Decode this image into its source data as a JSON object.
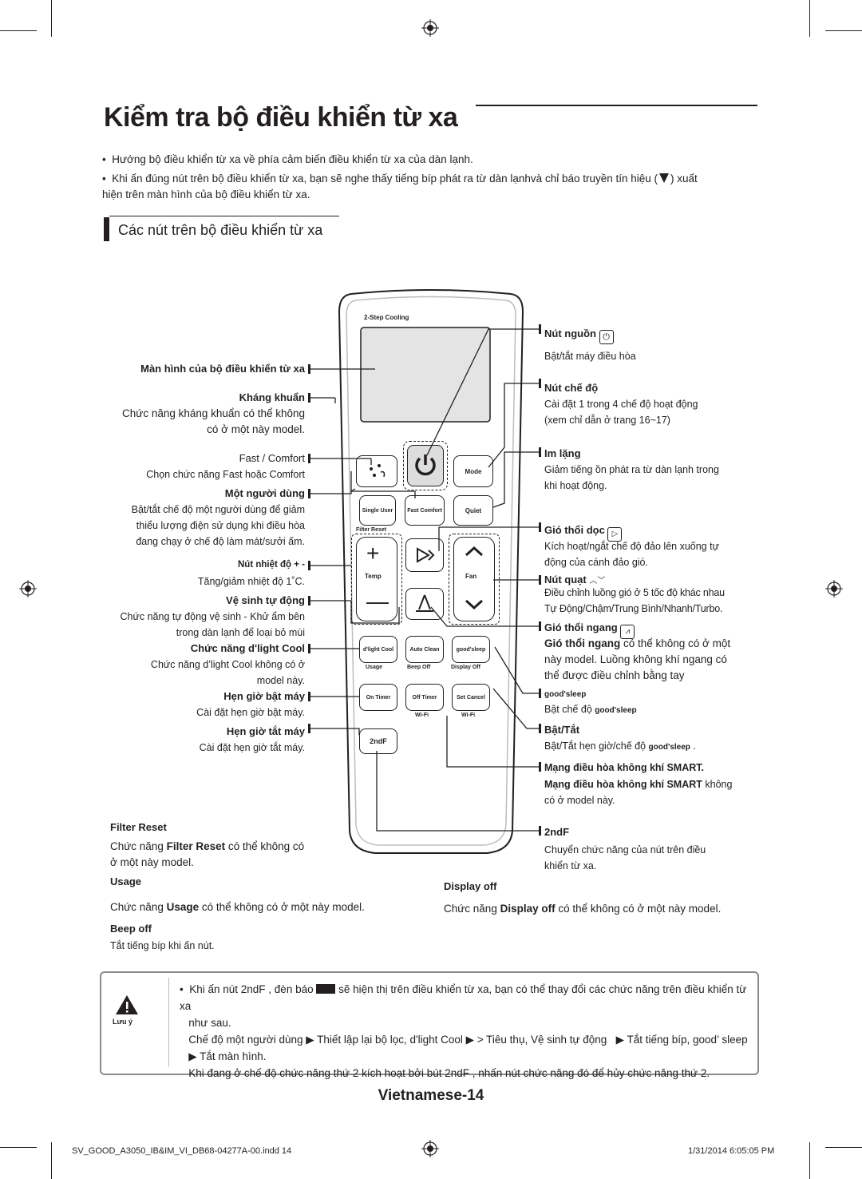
{
  "page": {
    "title": "Kiểm tra bộ điều khiển từ xa",
    "bullet1": "Hướng bộ điều khiển từ xa về phía cảm biến điều khiển từ xa của dàn lạnh.",
    "bullet2_line1": "Khi ấn đúng nút trên bộ điều khiển từ xa, bạn sẽ nghe thấy tiếng bíp phát ra từ dàn lạnhvà chỉ báo truyền tín hiệu (",
    "bullet2_line1_end": ") xuất",
    "bullet2_line2": "hiện trên màn hình của bộ điều khiển từ xa.",
    "section_title": "Các nút trên bộ điều khiển từ xa",
    "page_number": "Vietnamese-14"
  },
  "remote": {
    "brand_text": "2-Step Cooling",
    "buttons": {
      "mode": "Mode",
      "good_sleep": "good'sleep",
      "quiet": "Quiet",
      "fast_comfort": "Fast Comfort",
      "single_user": "Single User",
      "filter_reset": "Filter Reset",
      "temp": "Temp",
      "fan": "Fan",
      "dlight_cool": "d'light Cool",
      "auto_clean": "Auto Clean",
      "usage": "Usage",
      "sleep_off": "Beep Off",
      "display_off": "Display Off",
      "on_timer": "On Timer",
      "off_timer": "Off Timer",
      "set_cancel": "Set Cancel",
      "wifi": "Wi-Fi",
      "second_f": "2ndF"
    }
  },
  "left_labels": {
    "screen": "Màn hình của bộ điều khiển từ xa",
    "antibac": "Kháng khuẩn",
    "antibac_desc1": "Chức năng kháng khuẩn có thể không",
    "antibac_desc2": "có ở một này model.",
    "fast": "Fast / Comfort",
    "fast_desc": "Chọn chức năng Fast hoặc Comfort",
    "single": "Một người dùng",
    "single_desc1": "Bật/tắt chế độ một người dùng để giảm",
    "single_desc2": "thiểu lượng điện sử dụng khi điều hòa",
    "single_desc3": "đang chạy ở chế độ làm mát/sưởi ấm.",
    "temp": "Nút nhiệt độ + -",
    "temp_desc": "Tăng/giảm nhiệt độ 1˚C.",
    "clean": "Vệ sinh tự động",
    "clean_desc1": "Chức năng tự động vệ sinh - Khử ẩm bên",
    "clean_desc2": "trong dàn lạnh để loại bỏ mùi",
    "dlight": "Chức năng d'light Cool",
    "dlight_desc1": "Chức năng d’light Cool không có ở",
    "dlight_desc2": "model này.",
    "ontimer": "Hẹn giờ bật máy",
    "ontimer_desc": "Cài đặt hẹn giờ bật máy.",
    "offtimer": "Hẹn giờ tắt máy",
    "offtimer_desc": "Cài đặt hẹn giờ tắt máy.",
    "filter": "Filter Reset",
    "filter_desc_pre": "Chức năng ",
    "filter_desc_bold": "Filter Reset",
    "filter_desc_post": " có thể không có",
    "filter_desc2": "ở một này model.",
    "usage": "Usage",
    "usage_desc_pre": "Chức năng ",
    "usage_desc_bold": "Usage",
    "usage_desc_post": " có thể không có ở một này model.",
    "beep": "Beep off",
    "beep_desc": "Tắt tiếng bíp khi ấn nút."
  },
  "right_labels": {
    "power": "Nút nguồn",
    "power_desc": "Bật/tắt máy điều hòa",
    "mode": "Nút chế độ",
    "mode_desc1": "Cài đặt 1 trong 4 chế độ hoạt động",
    "mode_desc2": "(xem chỉ dẫn ở trang 16~17)",
    "quiet": "Im lặng",
    "quiet_desc1": "Giảm tiếng ồn phát ra từ dàn lạnh trong",
    "quiet_desc2": "khi hoạt động.",
    "vswing": "Gió thổi dọc",
    "vswing_desc1": "Kích hoạt/ngắt chế độ đảo lên xuống tự",
    "vswing_desc2": "động của cánh đảo gió.",
    "fan": "Nút quạt",
    "fan_desc1": "Điều chỉnh luồng gió ở 5 tốc độ khác nhau",
    "fan_desc2": "Tự Động/Chậm/Trung Bình/Nhanh/Turbo.",
    "hswing": "Gió thổi ngang",
    "hswing_desc1_bold": "Gió thổi ngang",
    "hswing_desc1_post": " có thể không có ở một",
    "hswing_desc2": "này model. Luồng không khí ngang có",
    "hswing_desc3": "thể được điều chỉnh bằng tay",
    "goodsleep": "good'sleep",
    "goodsleep_desc_pre": "Bật chế độ",
    "setcancel": "Bật/Tắt",
    "setcancel_desc_pre": "Bật/Tắt hẹn giờ/chế độ",
    "smart": "Mạng điều hòa không khí SMART.",
    "smart_desc1_bold": "Mạng điều hòa không khí SMART",
    "smart_desc1_post": " không",
    "smart_desc2": "có ở model này.",
    "secondf": "2ndF",
    "secondf_desc1": "Chuyển chức năng của nút trên điều",
    "secondf_desc2": "khiển từ xa.",
    "displayoff": "Display off",
    "displayoff_desc_pre": "Chức năng ",
    "displayoff_desc_bold": "Display off",
    "displayoff_desc_post": " có thể không có ở một này model."
  },
  "caution": {
    "icon_label": "Lưu ý",
    "line1_pre": "Khi ấn nút  2ndF , đèn báo",
    "line1_post": "sẽ hiện thị trên điều khiển từ xa, bạn có thể thay đổi các chức năng trên điều khiển từ xa",
    "line2": "như sau.",
    "line3_a": "Chế độ một người dùng",
    "line3_b": "Thiết lập lại bộ lọc, d'light Cool",
    "line3_c": "> Tiêu thụ, Vệ sinh tự động",
    "line3_d": "Tắt tiếng bíp, good’ sleep",
    "line4": "Tắt màn hình.",
    "line5": "Khi đang ở chế độ chức năng thứ 2 kích hoạt bởi bút 2ndF , nhấn nút chức năng đó để hủy chức năng thứ 2."
  },
  "footer": {
    "file": "SV_GOOD_A3050_IB&IM_VI_DB68-04277A-00.indd   14",
    "date": "1/31/2014   6:05:05 PM"
  }
}
